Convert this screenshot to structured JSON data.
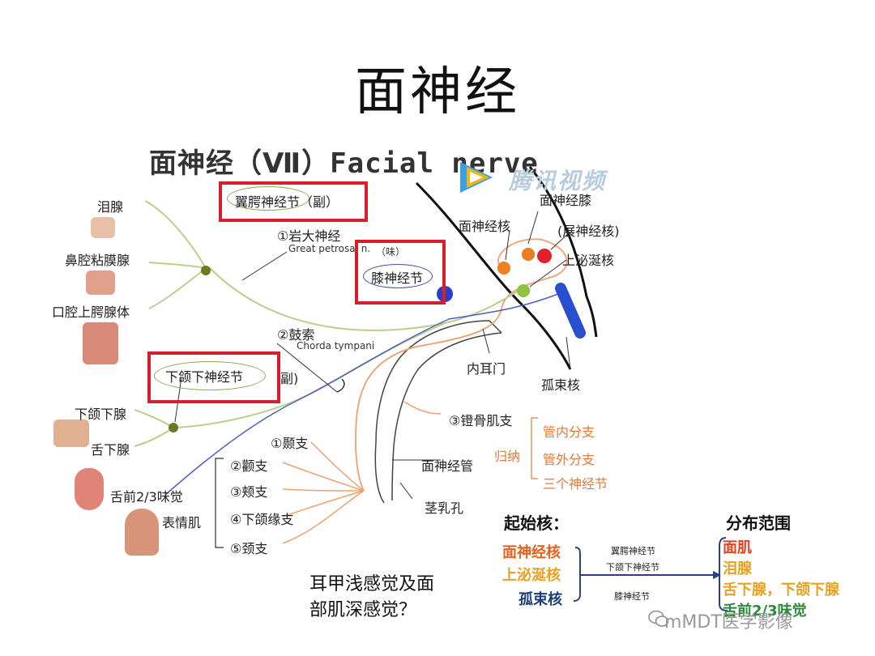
{
  "slide": {
    "title": "面神经"
  },
  "figure": {
    "title_cn": "面神经（Ⅶ）",
    "title_en": "Facial nerve",
    "logo_text": "腾讯视频",
    "labels": {
      "lacrimal": "泪腺",
      "nasal_mucosa": "鼻腔粘膜腺",
      "palate": "口腔上腭腺体",
      "pterygopalatine_ganglion": "翼腭神经节（副）",
      "greater_petrosal": "①岩大神经",
      "greater_petrosal_en": "Great petrosal n.",
      "taste": "（味）",
      "geniculate_ganglion": "膝神经节",
      "facial_genu": "面神经膝",
      "facial_nucleus": "面神经核",
      "abducens_nucleus": "(展神经核)",
      "superior_salivatory": "上泌涎核",
      "chorda_tympani": "②鼓索",
      "chorda_tympani_en": "Chorda tympani",
      "submandibular_ganglion": "下颌下神经节",
      "submandibular_ganglion_suffix": "副)",
      "internal_acoustic": "内耳门",
      "solitary_nucleus": "孤束核",
      "submandibular_gland": "下颌下腺",
      "sublingual_gland": "舌下腺",
      "anterior_tongue_taste": "舌前2/3味觉",
      "stapedius_branch": "③镫骨肌支",
      "intracanal_branch": "管内分支",
      "summary_label": "归纳",
      "extracanal_branch": "管外分支",
      "three_ganglia": "三个神经节",
      "facial_canal": "面神经管",
      "temporal_branch": "①颞支",
      "zygomatic_branch": "②颧支",
      "buccal_branch": "③颊支",
      "mandibular_margin_branch": "④下颌缘支",
      "cervical_branch": "⑤颈支",
      "expression_muscles": "表情肌",
      "stylomastoid_foramen": "茎乳孔"
    }
  },
  "question": {
    "line1": "耳甲浅感觉及面",
    "line2": "部肌深感觉？"
  },
  "summary": {
    "origin_heading": "起始核：",
    "distribution_heading": "分布范围",
    "origins": [
      "面神经核",
      "上泌涎核",
      "孤束核"
    ],
    "via": [
      "翼腭神经节",
      "下颌下神经节",
      "膝神经节"
    ],
    "targets": [
      "面肌",
      "泪腺",
      "舌下腺，下颌下腺",
      "舌前2/3味觉"
    ]
  },
  "watermark": {
    "text": "mMDT医学影像"
  },
  "colors": {
    "red_box": "#d4202c",
    "orange": "#e8601c",
    "gold": "#e8a020",
    "navy": "#1a3c7a",
    "green": "#2a8a3a",
    "nerve_green": "#b8d08a",
    "nerve_blue": "#5060c0",
    "nerve_orange": "#f0a070"
  }
}
